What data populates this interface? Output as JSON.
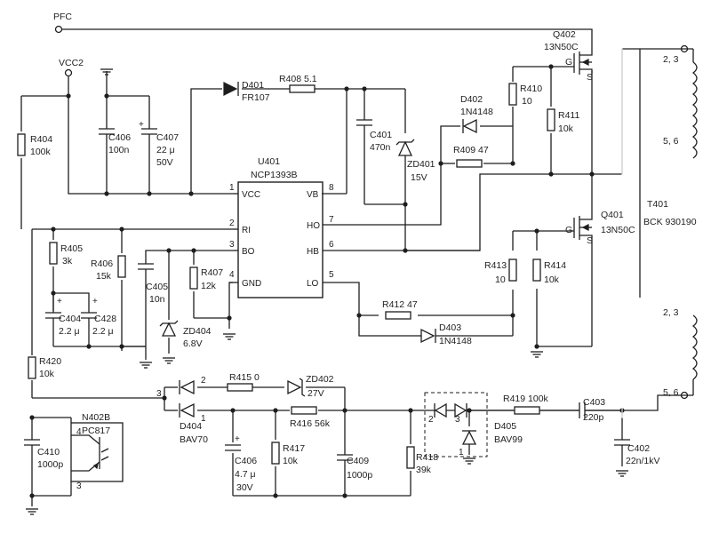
{
  "labels": {
    "PFC": "PFC",
    "VCC2": "VCC2",
    "U401": "U401",
    "NCP": "NCP1393B",
    "pin_VCC": "VCC",
    "pin_RI": "RI",
    "pin_BO": "BO",
    "pin_GND": "GND",
    "pin_VB": "VB",
    "pin_HO": "HO",
    "pin_HB": "HB",
    "pin_LO": "LO",
    "n1": "1",
    "n2": "2",
    "n3": "3",
    "n4": "4",
    "n5": "5",
    "n6": "6",
    "n7": "7",
    "n8": "8",
    "D401": "D401",
    "FR107": "FR107",
    "R408": "R408  5.1",
    "C401": "C401",
    "C401v": "470n",
    "ZD401": "ZD401",
    "ZD401v": "15V",
    "D402": "D402",
    "D402v": "1N4148",
    "R409": "R409  47",
    "R410": "R410",
    "R410v": "10",
    "R411": "R411",
    "R411v": "10k",
    "Q402": "Q402",
    "Q402v": "13N50C",
    "G1": "G",
    "S1": "S",
    "G2": "G",
    "S2": "S",
    "T401": "T401",
    "T401v": "BCK 930190",
    "w23a": "2, 3",
    "w56a": "5, 6",
    "w23b": "2, 3",
    "w56b": "5, 6",
    "R404": "R404",
    "R404v": "100k",
    "C406a": "C406",
    "C406av": "100n",
    "C407": "C407",
    "C407v1": "22 μ",
    "C407v2": "50V",
    "Q401": "Q401",
    "Q401v": "13N50C",
    "R405": "R405",
    "R405v": "3k",
    "R406": "R406",
    "R406v": "15k",
    "C405": "C405",
    "C405v": "10n",
    "R407": "R407",
    "R407v": "12k",
    "ZD404": "ZD404",
    "ZD404v": "6.8V",
    "C404": "C404",
    "C404v": "2.2 μ",
    "C428": "C428",
    "C428v": "2.2 μ",
    "R413": "R413",
    "R413v": "10",
    "R414": "R414",
    "R414v": "10k",
    "R412": "R412  47",
    "D403": "D403",
    "D403v": "1N4148",
    "R420": "R420",
    "R420v": "10k",
    "R415": "R415  0",
    "ZD402": "ZD402",
    "ZD402v": "27V",
    "D404": "D404",
    "D404v": "BAV70",
    "d404p2": "2",
    "d404p1": "1",
    "d404p3": "3",
    "R416": "R416  56k",
    "N402B": "N402B",
    "PC817": "PC817",
    "n402p4": "4",
    "n402p3": "3",
    "C410": "C410",
    "C410v": "1000p",
    "C406b": "C406",
    "C406bv1": "4.7 μ",
    "C406bv2": "30V",
    "R417": "R417",
    "R417v": "10k",
    "C409": "C409",
    "C409v": "1000p",
    "R418": "R418",
    "R418v": "39k",
    "D405": "D405",
    "D405v": "BAV99",
    "d405p2": "2",
    "d405p3": "3",
    "d405p1": "1",
    "R419": "R419  100k",
    "C403": "C403",
    "C403v": "220p",
    "C402": "C402",
    "C402v": "22n/1kV"
  }
}
